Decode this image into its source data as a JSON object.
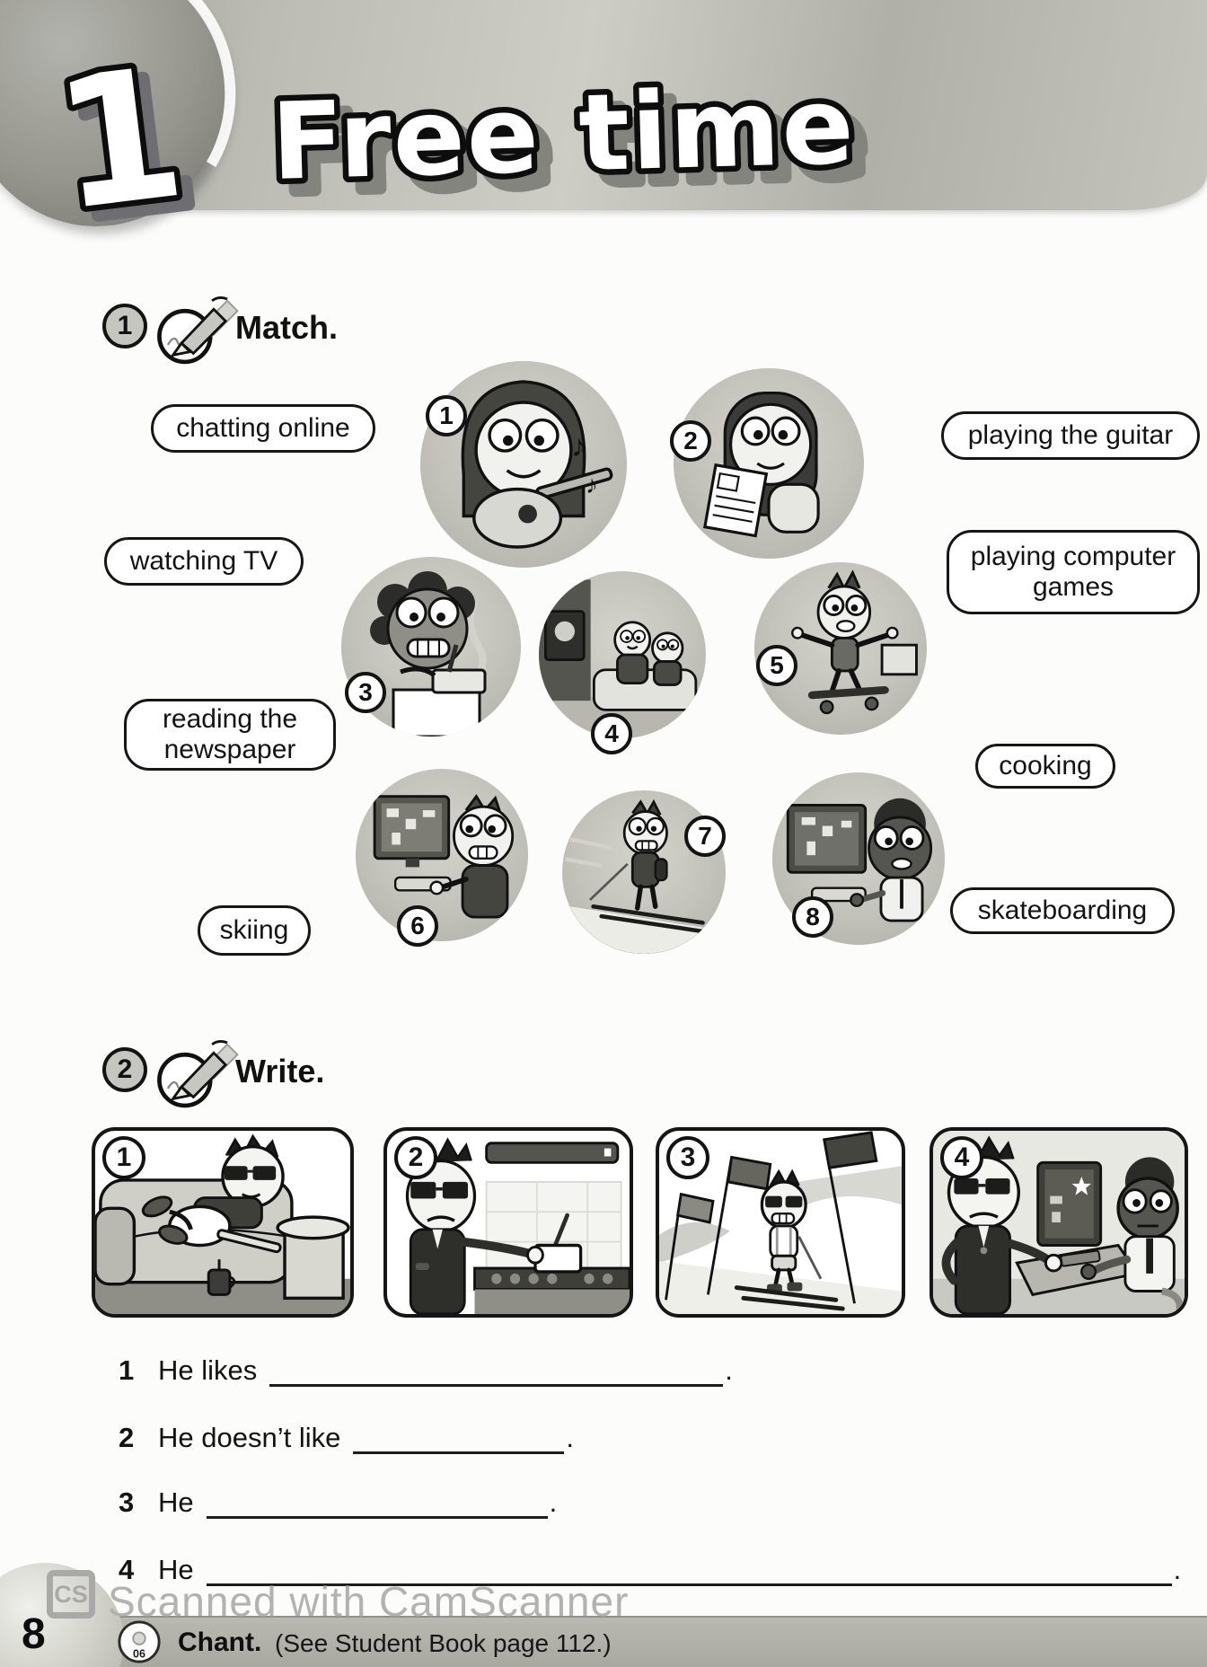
{
  "page": {
    "number": "8"
  },
  "header": {
    "unit_number": "1",
    "title": "Free time"
  },
  "exercise1": {
    "badge": "1",
    "instruction": "Match.",
    "left_labels": [
      "chatting online",
      "watching TV",
      "reading the newspaper",
      "skiing"
    ],
    "right_labels": [
      "playing the guitar",
      "playing computer games",
      "cooking",
      "skateboarding"
    ],
    "pictures": [
      {
        "number": "1",
        "depicts": "girl playing the guitar"
      },
      {
        "number": "2",
        "depicts": "girl reading the newspaper"
      },
      {
        "number": "3",
        "depicts": "woman cooking"
      },
      {
        "number": "4",
        "depicts": "children watching TV"
      },
      {
        "number": "5",
        "depicts": "boy skateboarding"
      },
      {
        "number": "6",
        "depicts": "boy playing computer games"
      },
      {
        "number": "7",
        "depicts": "boy skiing"
      },
      {
        "number": "8",
        "depicts": "boy chatting online"
      }
    ]
  },
  "exercise2": {
    "badge": "2",
    "instruction": "Write.",
    "pictures": [
      {
        "number": "1",
        "depicts": "man playing the guitar on the sofa"
      },
      {
        "number": "2",
        "depicts": "man cooking unhappily"
      },
      {
        "number": "3",
        "depicts": "man skiing between flags"
      },
      {
        "number": "4",
        "depicts": "two men at a computer"
      }
    ],
    "sentences": [
      {
        "number": "1",
        "stem": "He likes",
        "period": "."
      },
      {
        "number": "2",
        "stem": "He doesn’t like",
        "period": "."
      },
      {
        "number": "3",
        "stem": "He",
        "period": "."
      },
      {
        "number": "4",
        "stem": "He",
        "period": "."
      }
    ]
  },
  "footer": {
    "audio_track": "06",
    "chant_label": "Chant.",
    "chant_note": "(See Student Book page 112.)"
  },
  "watermark": {
    "logo": "CS",
    "text": "Scanned with CamScanner"
  }
}
